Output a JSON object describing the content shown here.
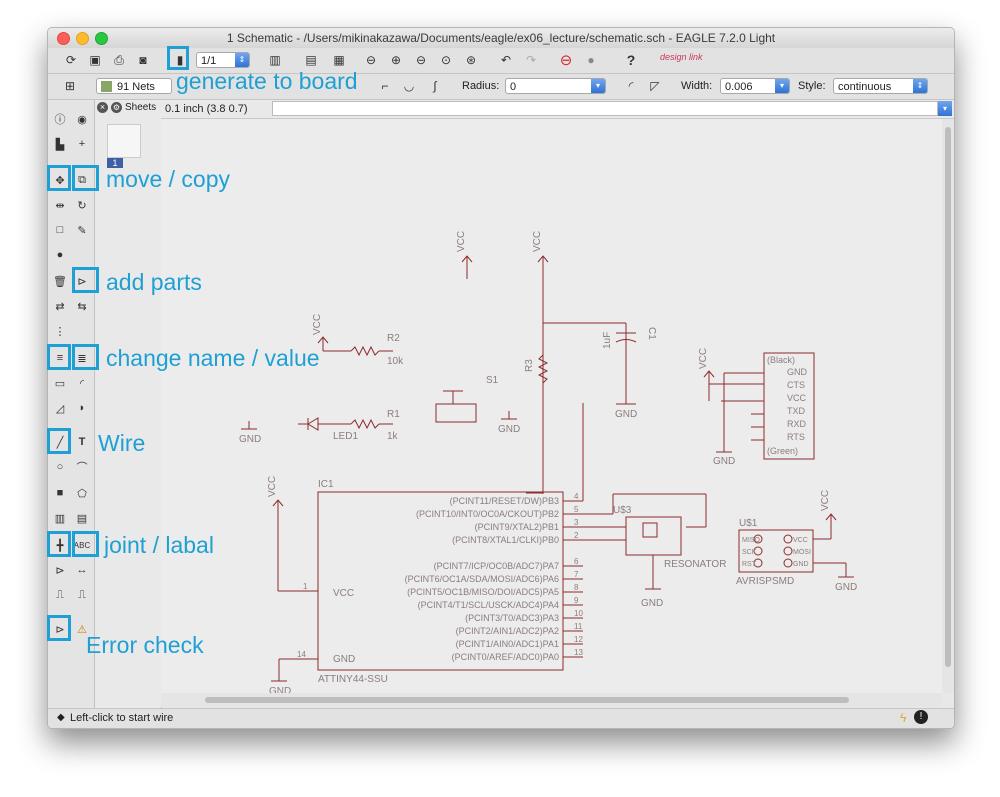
{
  "window": {
    "title": "1 Schematic - /Users/mikinakazawa/Documents/eagle/ex06_lecture/schematic.sch - EAGLE 7.2.0 Light"
  },
  "toolbar1": {
    "sheet_select": "1/1",
    "design_link": "design link"
  },
  "toolbar2": {
    "nets_label": "91 Nets",
    "radius_label": "Radius:",
    "radius_value": "0",
    "width_label": "Width:",
    "width_value": "0.006",
    "style_label": "Style:",
    "style_value": "continuous"
  },
  "sheets": {
    "header": "Sheets",
    "sheet_number": "1"
  },
  "coord": {
    "readout": "0.1 inch (3.8 0.7)"
  },
  "status": {
    "message": "Left-click to start wire"
  },
  "annotations": {
    "generate": "generate to board",
    "move": "move / copy",
    "add": "add parts",
    "change": "change name / value",
    "wire": "Wire",
    "joint": "joint / labal",
    "error": "Error check"
  },
  "schematic": {
    "vcc": "VCC",
    "gnd": "GND",
    "r2_name": "R2",
    "r2_value": "10k",
    "r1_name": "R1",
    "r1_value": "1k",
    "r3_name": "R3",
    "led_name": "LED1",
    "s1_name": "S1",
    "c1_name": "C1",
    "c1_value": "1uF",
    "ic1_name": "IC1",
    "ic1_value": "ATTINY44-SSU",
    "ic_vcc_pin": "VCC",
    "ic_gnd_pin": "GND",
    "ic_pins_right": [
      "(PCINT11/RESET/DW)PB3",
      "(PCINT10/INT0/OC0A/CKOUT)PB2",
      "(PCINT9/XTAL2)PB1",
      "(PCINT8/XTAL1/CLKI)PB0",
      "(PCINT7/ICP/OC0B/ADC7)PA7",
      "(PCINT6/OC1A/SDA/MOSI/ADC6)PA6",
      "(PCINT5/OC1B/MISO/DOI/ADC5)PA5",
      "(PCINT4/T1/SCL/USCK/ADC4)PA4",
      "(PCINT3/T0/ADC3)PA3",
      "(PCINT2/AIN1/ADC2)PA2",
      "(PCINT1/AIN0/ADC1)PA1",
      "(PCINT0/AREF/ADC0)PA0"
    ],
    "ic_pin_nums_right": [
      "4",
      "5",
      "3",
      "2",
      "6",
      "7",
      "8",
      "9",
      "10",
      "11",
      "12",
      "13"
    ],
    "ic_pin_left_vcc": "1",
    "ic_pin_left_gnd": "14",
    "ftdi_labels": [
      "(Black)",
      "GND",
      "CTS",
      "VCC",
      "TXD",
      "RXD",
      "RTS",
      "(Green)"
    ],
    "u3_name": "U$3",
    "u3_value": "RESONATOR",
    "u1_name": "U$1",
    "u1_value": "AVRISPSMD",
    "isp_labels_left": [
      "MISO",
      "SCK",
      "RST"
    ],
    "isp_labels_right": [
      "VCC",
      "MOSI",
      "GND"
    ]
  }
}
